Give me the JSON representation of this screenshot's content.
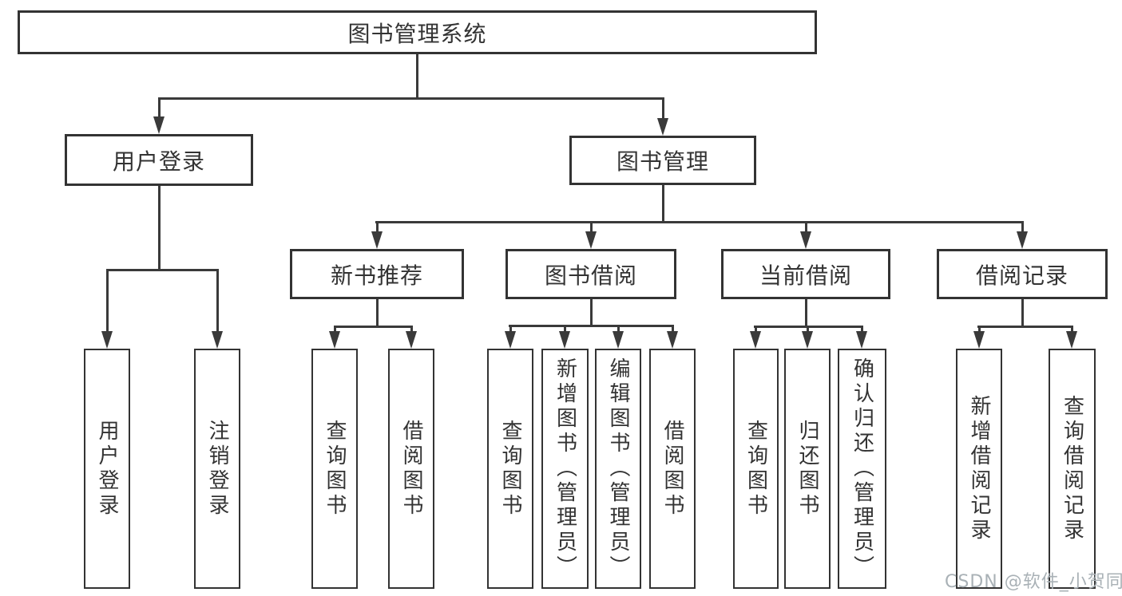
{
  "diagram": {
    "root": {
      "label": "图书管理系统"
    },
    "level2": {
      "user_login": {
        "label": "用户登录"
      },
      "book_mgmt": {
        "label": "图书管理"
      }
    },
    "level3": {
      "new_books": {
        "label": "新书推荐"
      },
      "book_borrow": {
        "label": "图书借阅"
      },
      "current_borrow": {
        "label": "当前借阅"
      },
      "borrow_records": {
        "label": "借阅记录"
      }
    },
    "leaves": {
      "user_login": {
        "label": "用户登录"
      },
      "logout": {
        "label": "注销登录"
      },
      "nb_query": {
        "label": "查询图书"
      },
      "nb_borrow": {
        "label": "借阅图书"
      },
      "bw_query": {
        "label": "查询图书"
      },
      "bw_add": {
        "label": "新增图书（管理员）"
      },
      "bw_edit": {
        "label": "编辑图书（管理员）"
      },
      "bw_borrow": {
        "label": "借阅图书"
      },
      "cur_query": {
        "label": "查询图书"
      },
      "cur_return": {
        "label": "归还图书"
      },
      "cur_confirm": {
        "label": "确认归还（管理员）"
      },
      "rec_add": {
        "label": "新增借阅记录"
      },
      "rec_query": {
        "label": "查询借阅记录"
      }
    }
  },
  "watermark": {
    "text": "CSDN @软件_小贺同学"
  },
  "colors": {
    "line": "#3a3a3a",
    "border": "#333333",
    "text": "#333333",
    "watermark": "#a9b1b6",
    "background": "#ffffff"
  }
}
